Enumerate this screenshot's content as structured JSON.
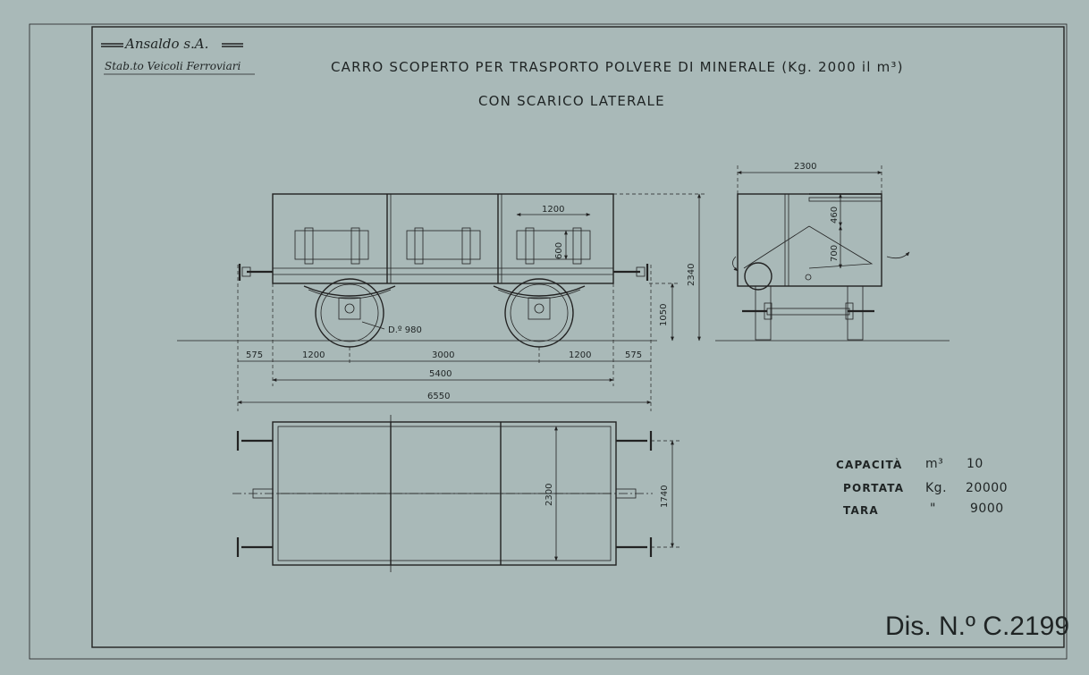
{
  "header": {
    "company": "Ansaldo s.A.",
    "works": "Stab.to Veicoli Ferroviari",
    "title_line1": "CARRO SCOPERTO PER TRASPORTO POLVERE DI MINERALE (Kg. 2000 il m³)",
    "title_line2": "CON SCARICO LATERALE"
  },
  "side_view": {
    "dims": {
      "door_width": "1200",
      "door_height": "600",
      "total_height": "2340",
      "floor_height": "1050",
      "wheel_diameter": "D.º 980",
      "overhang_left": "575",
      "axle_offset_left": "1200",
      "wheelbase": "3000",
      "axle_offset_right": "1200",
      "overhang_right": "575",
      "body_length": "5400",
      "overall_length": "6550"
    }
  },
  "end_view": {
    "dims": {
      "width": "2300",
      "flap_height": "460",
      "chute_height": "700"
    }
  },
  "plan_view": {
    "dims": {
      "body_width": "2300",
      "buffer_spacing": "1740"
    }
  },
  "specs": [
    {
      "label": "CAPACITÀ",
      "unit": "m³",
      "value": "10"
    },
    {
      "label": "PORTATA",
      "unit": "Kg.",
      "value": "20000"
    },
    {
      "label": "TARA",
      "unit": "\"",
      "value": "9000"
    }
  ],
  "drawing_number": "Dis. N.º C.2199",
  "colors": {
    "paper": "#a9b9b8",
    "ink": "#222222"
  }
}
